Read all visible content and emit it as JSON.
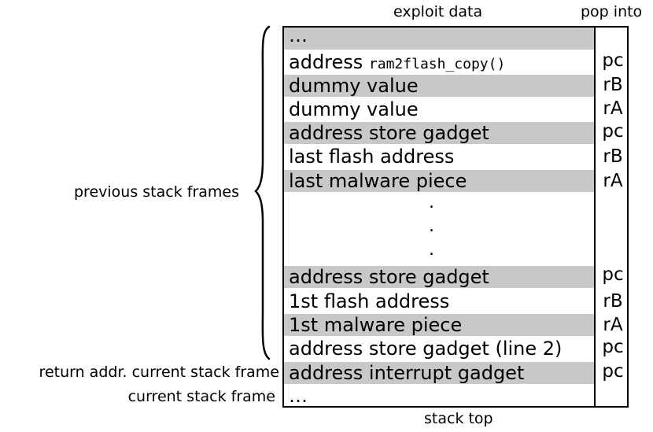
{
  "header": {
    "exploit_data": "exploit data",
    "pop_into": "pop into"
  },
  "footer": {
    "stack_top": "stack top"
  },
  "side_labels": {
    "previous_frames": "previous stack frames",
    "return_addr": "return addr. current stack frame",
    "current_frame": "current stack frame"
  },
  "rows": [
    {
      "label": "…",
      "code": "",
      "pop": "",
      "shaded": true
    },
    {
      "label": "address ",
      "code": "ram2flash_copy()",
      "pop": "pc",
      "shaded": false
    },
    {
      "label": "dummy value",
      "code": "",
      "pop": "rB",
      "shaded": true
    },
    {
      "label": "dummy value",
      "code": "",
      "pop": "rA",
      "shaded": false
    },
    {
      "label": "address store gadget",
      "code": "",
      "pop": "pc",
      "shaded": true
    },
    {
      "label": "last flash address",
      "code": "",
      "pop": "rB",
      "shaded": false
    },
    {
      "label": "last malware piece",
      "code": "",
      "pop": "rA",
      "shaded": true
    },
    {
      "label": "address store gadget",
      "code": "",
      "pop": "pc",
      "shaded": true
    },
    {
      "label": "1st flash address",
      "code": "",
      "pop": "rB",
      "shaded": false
    },
    {
      "label": "1st malware piece",
      "code": "",
      "pop": "rA",
      "shaded": true
    },
    {
      "label": "address store gadget (line 2)",
      "code": "",
      "pop": "pc",
      "shaded": false
    },
    {
      "label": "address interrupt gadget",
      "code": "",
      "pop": "pc",
      "shaded": true
    },
    {
      "label": "…",
      "code": "",
      "pop": "",
      "shaded": false
    }
  ],
  "ellipsis_dots": ".",
  "colors": {
    "shade": "#c8c8c8",
    "line": "#000000",
    "background": "#ffffff"
  }
}
